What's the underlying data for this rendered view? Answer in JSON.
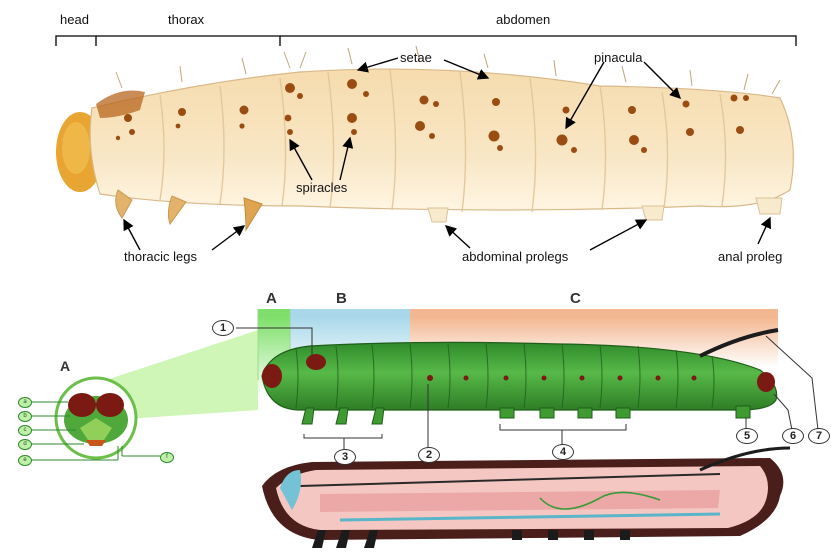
{
  "top_diagram": {
    "segments": {
      "head": "head",
      "thorax": "thorax",
      "abdomen": "abdomen"
    },
    "labels": {
      "setae": "setae",
      "pinacula": "pinacula",
      "spiracles": "spiracles",
      "thoracic_legs": "thoracic legs",
      "abdominal_prolegs": "abdominal prolegs",
      "anal_proleg": "anal proleg"
    }
  },
  "bottom_diagram": {
    "bands": {
      "a": "A",
      "b": "B",
      "c": "C"
    },
    "head_inset_letter": "A",
    "callouts": [
      "1",
      "2",
      "3",
      "4",
      "5",
      "6",
      "7"
    ],
    "head_letters": [
      "a",
      "b",
      "c",
      "d",
      "e",
      "f"
    ],
    "colors": {
      "band_a": "#7ee06a",
      "band_b": "#a9d8ea",
      "band_c": "#f3b791",
      "body_green": "#4fae3a"
    }
  }
}
